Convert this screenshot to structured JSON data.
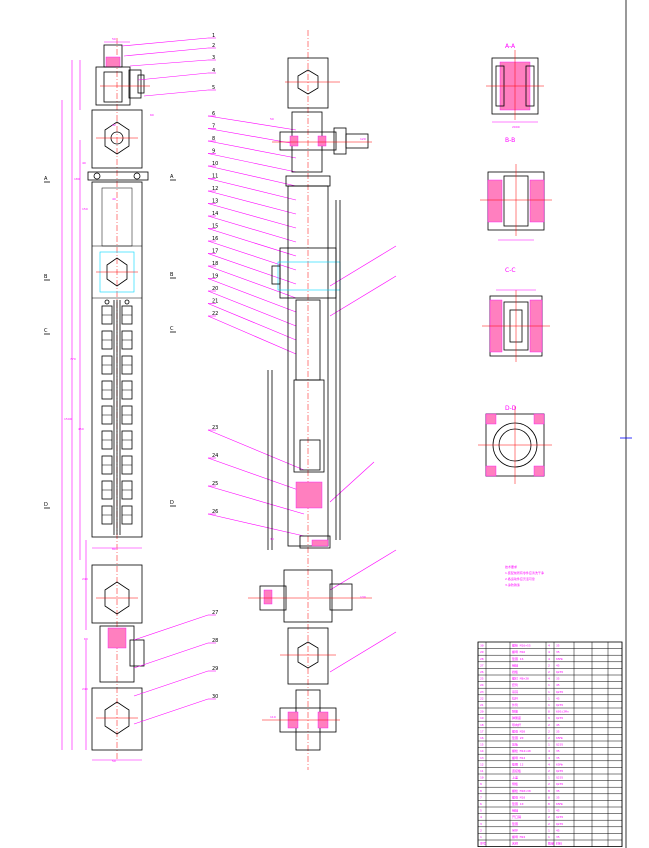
{
  "sheet": {
    "border_color": "#000000",
    "annotation_color": "#ff00ff",
    "centerline_color": "#ff0000",
    "accent_color": "#0000ff"
  },
  "callouts_left": [
    "1",
    "2",
    "3",
    "4",
    "5",
    "6",
    "7",
    "8",
    "9",
    "10",
    "11",
    "12",
    "13",
    "14",
    "15",
    "16",
    "17",
    "18",
    "19",
    "20",
    "21",
    "22",
    "23",
    "24",
    "25",
    "26",
    "27",
    "28",
    "29",
    "30"
  ],
  "section_markers": [
    "A",
    "A",
    "B",
    "B",
    "C",
    "C",
    "D",
    "D"
  ],
  "section_titles": [
    "A-A",
    "B-B",
    "C-C",
    "D-D"
  ],
  "notes": [
    "技术要求",
    "1.装配前所有零件应清洗干净",
    "2.各运动件应灵活可靠",
    "3.涂防锈漆"
  ],
  "bom_rows": [
    {
      "no": "30",
      "name": "螺栓 M16×55",
      "qty": "4",
      "mat": "35"
    },
    {
      "no": "29",
      "name": "螺母 M16",
      "qty": "4",
      "mat": "35"
    },
    {
      "no": "28",
      "name": "垫圈 16",
      "qty": "4",
      "mat": "65Mn"
    },
    {
      "no": "27",
      "name": "销轴",
      "qty": "2",
      "mat": "45"
    },
    {
      "no": "26",
      "name": "挡板",
      "qty": "2",
      "mat": "Q235"
    },
    {
      "no": "25",
      "name": "螺钉 M8×20",
      "qty": "4",
      "mat": "35"
    },
    {
      "no": "24",
      "name": "套筒",
      "qty": "1",
      "mat": "45"
    },
    {
      "no": "23",
      "name": "吊耳",
      "qty": "1",
      "mat": "Q235"
    },
    {
      "no": "22",
      "name": "拉杆",
      "qty": "1",
      "mat": "45"
    },
    {
      "no": "21",
      "name": "外筒",
      "qty": "1",
      "mat": "Q235"
    },
    {
      "no": "20",
      "name": "弹簧",
      "qty": "8",
      "mat": "60Si2Mn"
    },
    {
      "no": "19",
      "name": "弹簧座",
      "qty": "9",
      "mat": "Q235"
    },
    {
      "no": "18",
      "name": "导向杆",
      "qty": "2",
      "mat": "45"
    },
    {
      "no": "17",
      "name": "螺母 M20",
      "qty": "2",
      "mat": "35"
    },
    {
      "no": "16",
      "name": "垫圈 20",
      "qty": "2",
      "mat": "65Mn"
    },
    {
      "no": "15",
      "name": "压板",
      "qty": "1",
      "mat": "Q235"
    },
    {
      "no": "14",
      "name": "螺栓 M12×40",
      "qty": "4",
      "mat": "35"
    },
    {
      "no": "13",
      "name": "螺母 M12",
      "qty": "4",
      "mat": "35"
    },
    {
      "no": "12",
      "name": "垫圈 12",
      "qty": "4",
      "mat": "65Mn"
    },
    {
      "no": "11",
      "name": "连接板",
      "qty": "2",
      "mat": "Q235"
    },
    {
      "no": "10",
      "name": "上盖",
      "qty": "1",
      "mat": "Q235"
    },
    {
      "no": "9",
      "name": "侧板",
      "qty": "2",
      "mat": "Q235"
    },
    {
      "no": "8",
      "name": "螺栓 M10×30",
      "qty": "8",
      "mat": "35"
    },
    {
      "no": "7",
      "name": "螺母 M10",
      "qty": "8",
      "mat": "35"
    },
    {
      "no": "6",
      "name": "垫圈 10",
      "qty": "8",
      "mat": "65Mn"
    },
    {
      "no": "5",
      "name": "销轴",
      "qty": "1",
      "mat": "45"
    },
    {
      "no": "4",
      "name": "开口销",
      "qty": "2",
      "mat": "Q235"
    },
    {
      "no": "3",
      "name": "垫圈",
      "qty": "2",
      "mat": "Q235"
    },
    {
      "no": "2",
      "name": "吊环",
      "qty": "1",
      "mat": "45"
    },
    {
      "no": "1",
      "name": "螺母 M24",
      "qty": "1",
      "mat": "35"
    }
  ],
  "bom_header": {
    "no": "序号",
    "name": "名称",
    "qty": "数量",
    "mat": "材料"
  },
  "dimensions": [
    "50",
    "60",
    "42",
    "40",
    "180",
    "40",
    "150",
    "80",
    "240",
    "770",
    "1590",
    "450",
    "240",
    "50",
    "60",
    "50",
    "120",
    "130",
    "110",
    "30",
    "2000"
  ]
}
